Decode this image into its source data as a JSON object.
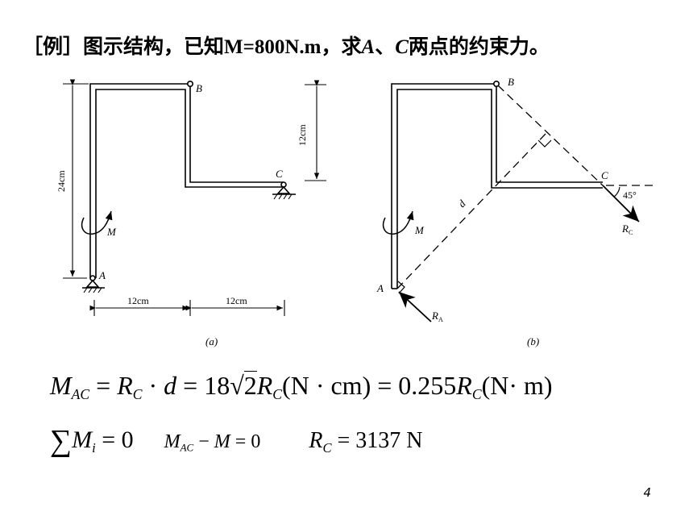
{
  "title": {
    "bracket": "［例］",
    "text_1": "图示结构，已知",
    "given": "M=800N.m",
    "text_2": "，求",
    "point_a": "A",
    "sep": "、",
    "point_c": "C",
    "text_3": "两点的约束力。"
  },
  "figure_a": {
    "caption": "(a)",
    "label_a": "A",
    "label_b": "B",
    "label_c": "C",
    "label_m": "M",
    "dim_height": "24cm",
    "dim_right": "12cm",
    "dim_bottom_left": "12cm",
    "dim_bottom_right": "12cm"
  },
  "figure_b": {
    "caption": "(b)",
    "label_a": "A",
    "label_b": "B",
    "label_c": "C",
    "label_m": "M",
    "label_d": "d",
    "label_ra": "R",
    "label_ra_sub": "A",
    "label_rc": "R",
    "label_rc_sub": "C",
    "angle": "45°"
  },
  "equations": {
    "eq1": {
      "m": "M",
      "m_sub": "AC",
      "eq_a": " = ",
      "r": "R",
      "r_sub": "C",
      "dot_d": " · ",
      "d": "d",
      "eq_b": " = 18",
      "sqrt": "2",
      "r2": "R",
      "r2_sub": "C",
      "unit1": "(N · cm) = 0.255",
      "r3": "R",
      "r3_sub": "C",
      "unit2": "(N· m)"
    },
    "eq2": {
      "sum": "∑",
      "m": "M",
      "m_sub": "i",
      "eq": " = 0",
      "mac": "M",
      "mac_sub": "AC",
      "minus_m": " − ",
      "m2": "M",
      "eq2": " = 0",
      "rc": "R",
      "rc_sub": "C",
      "rc_val": " = 3137 N"
    }
  },
  "page_number": "4"
}
